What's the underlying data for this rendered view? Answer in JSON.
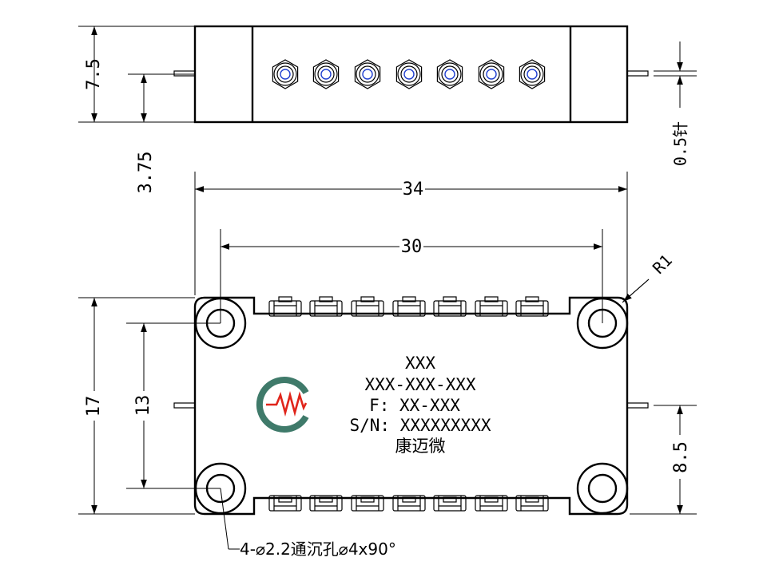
{
  "dimensions": {
    "height_top": "7.5",
    "half_height_top": "3.75",
    "pin": "0.5针",
    "overall_length": "34",
    "hole_spacing_x": "30",
    "corner_radius": "R1",
    "overall_height": "17",
    "hole_spacing_y": "13",
    "pin_offset": "8.5",
    "hole_note": "4-⌀2.2通沉孔⌀4x90°"
  },
  "label": {
    "line1": "XXX",
    "line2": "XXX-XXX-XXX",
    "line3": "F: XX-XXX",
    "line4": "S/N: XXXXXXXXX",
    "line5": "康迈微"
  },
  "colors": {
    "logo_green": "#3f7a6a",
    "logo_red": "#e0251b",
    "connector_blue": "#1f3fd0"
  }
}
